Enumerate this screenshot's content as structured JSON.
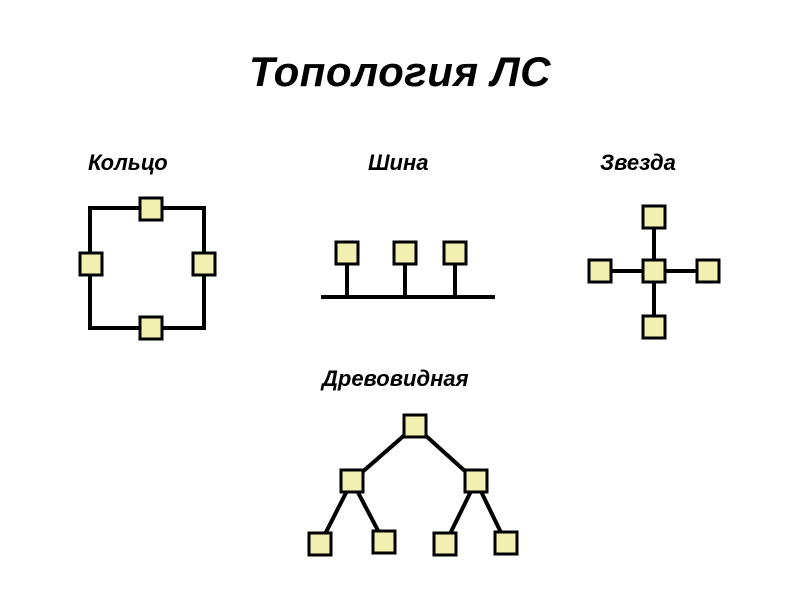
{
  "title": "Топология ЛС",
  "colors": {
    "node_fill": "#f2f0b0",
    "line": "#000000"
  },
  "topologies": {
    "ring": {
      "label": "Кольцо",
      "node_count": 4
    },
    "bus": {
      "label": "Шина",
      "node_count": 3
    },
    "star": {
      "label": "Звезда",
      "node_count": 5
    },
    "tree": {
      "label": "Древовидная",
      "node_count": 7
    }
  }
}
